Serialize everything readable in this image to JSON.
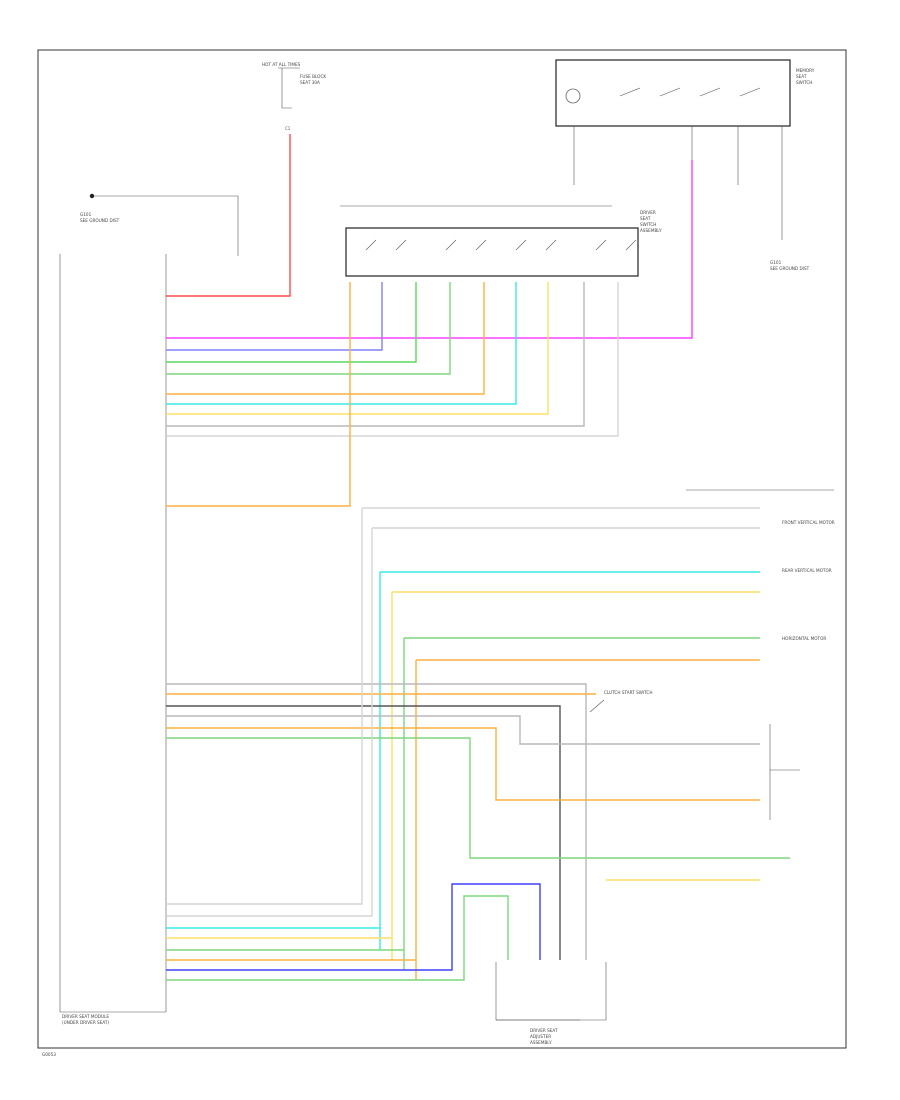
{
  "colors": {
    "red": "#ff4d4d",
    "pink": "#ff40ff",
    "purple": "#8080ff",
    "green": "#5ad85a",
    "lightgreen": "#7cd87c",
    "orange": "#ffb040",
    "cyan": "#38e8e8",
    "yellow": "#ffe066",
    "gray": "#b8b8b8",
    "lightgray": "#d6d6d6",
    "blue": "#4040ff",
    "black": "#333333"
  },
  "labels": {
    "fuse_block": [
      "HOT AT ALL TIMES",
      "FUSE BLOCK",
      "SEAT 30A"
    ],
    "ground_left": [
      "G101",
      "SEE GROUND DIST"
    ],
    "ground_right": [
      "G101",
      "SEE GROUND DIST"
    ],
    "memory_switch": [
      "MEMORY",
      "SEAT",
      "SWITCH"
    ],
    "driver_seat_switch": [
      "DRIVER",
      "SEAT",
      "SWITCH",
      "ASSEMBLY"
    ],
    "clutch_switch": [
      "CLUTCH START SWITCH"
    ],
    "module": [
      "DRIVER SEAT MODULE",
      "(UNDER DRIVER SEAT)"
    ],
    "motor_assembly": [
      "DRIVER SEAT",
      "ADJUSTER",
      "ASSEMBLY"
    ],
    "right_motors": [
      "FRONT VERTICAL MOTOR",
      "REAR VERTICAL MOTOR",
      "HORIZONTAL MOTOR"
    ],
    "footer": "G0053"
  }
}
